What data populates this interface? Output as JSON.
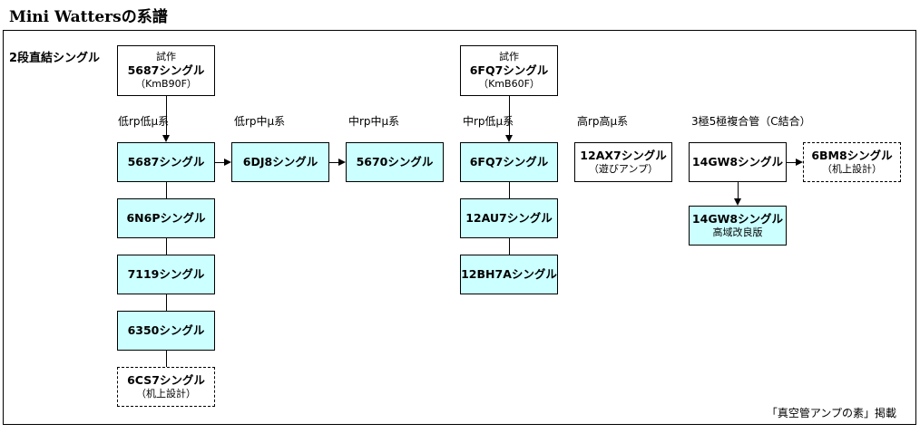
{
  "title": "Mini Wattersの系譜",
  "section_label": "2段直結シングル",
  "categories": [
    "低rp低μ系",
    "低rp中μ系",
    "中rp中μ系",
    "中rp低μ系",
    "高rp高μ系",
    "3極5極複合管（C結合）"
  ],
  "prototypes": [
    {
      "top": "試作",
      "main": "5687シングル",
      "note": "（KmB90F）"
    },
    {
      "top": "試作",
      "main": "6FQ7シングル",
      "note": "（KmB60F）"
    }
  ],
  "nodes": {
    "n5687": {
      "main": "5687シングル"
    },
    "n6dj8": {
      "main": "6DJ8シングル"
    },
    "n5670": {
      "main": "5670シングル"
    },
    "n6n6p": {
      "main": "6N6Pシングル"
    },
    "n7119": {
      "main": "7119シングル"
    },
    "n6350": {
      "main": "6350シングル"
    },
    "n6cs7": {
      "main": "6CS7シングル",
      "note": "（机上設計）"
    },
    "n6fq7": {
      "main": "6FQ7シングル"
    },
    "n12au7": {
      "main": "12AU7シングル"
    },
    "n12bh7a": {
      "main": "12BH7Aシングル"
    },
    "n12ax7": {
      "main": "12AX7シングル",
      "note": "（遊びアンプ）"
    },
    "n14gw8": {
      "main": "14GW8シングル"
    },
    "n6bm8": {
      "main": "6BM8シングル",
      "note": "（机上設計）"
    },
    "n14gw8b": {
      "main": "14GW8シングル",
      "note": "高域改良版"
    }
  },
  "footer": "「真空管アンプの素」掲載",
  "colors": {
    "built_fill": "#ccffff",
    "border": "#000000",
    "background": "#ffffff"
  }
}
